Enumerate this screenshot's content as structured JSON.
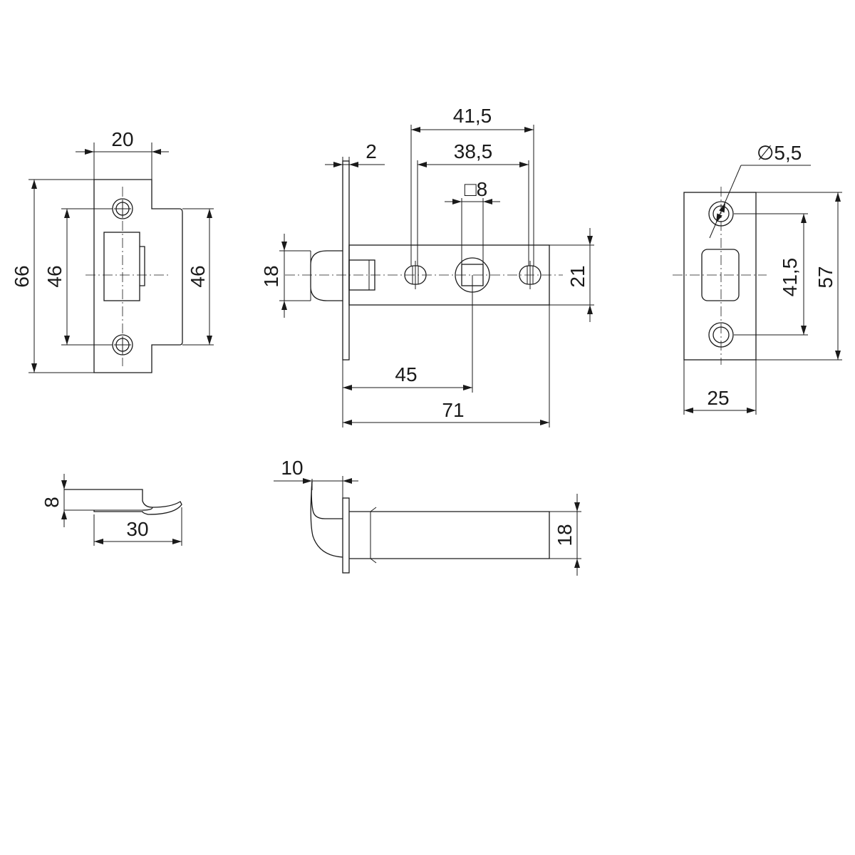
{
  "colors": {
    "line": "#1a1a1a",
    "background": "#ffffff"
  },
  "strike_front": {
    "width": "20",
    "height": "66",
    "hole_spacing_left": "46",
    "hole_spacing_right": "46"
  },
  "latch_side": {
    "faceplate_thickness": "2",
    "screw_spacing_outer": "41,5",
    "screw_spacing_inner": "38,5",
    "square_spindle": "□8",
    "bolt_height": "18",
    "body_height": "21",
    "backset": "45",
    "body_length": "71"
  },
  "faceplate_front": {
    "hole_diameter": "∅5,5",
    "hole_spacing": "41,5",
    "height": "57",
    "width": "25"
  },
  "strike_side": {
    "depth": "8",
    "width": "30"
  },
  "latch_top": {
    "latch_projection": "10",
    "height": "18"
  }
}
